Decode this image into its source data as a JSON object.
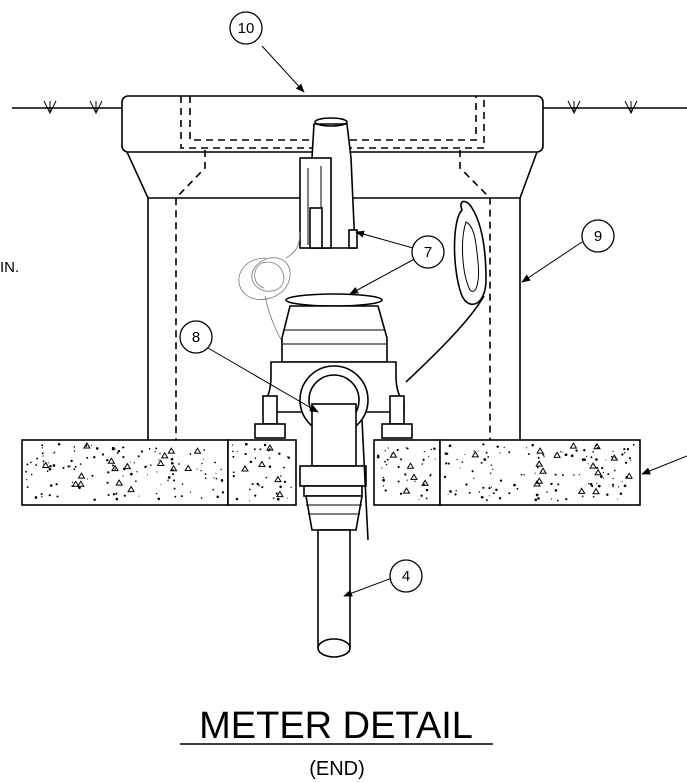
{
  "title": "METER DETAIL",
  "subtitle": "(END)",
  "side_note": "IN.",
  "callouts": [
    "10",
    "7",
    "9",
    "8",
    "4"
  ]
}
